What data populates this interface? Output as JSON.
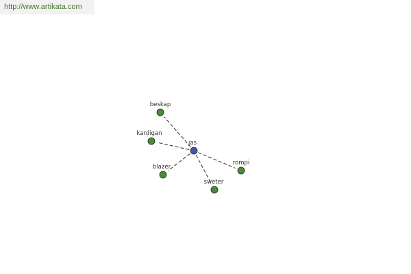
{
  "source": {
    "url_text": "http://www.artikata.com",
    "link_color": "#4a7a2a"
  },
  "graph": {
    "center": {
      "id": "jas",
      "label": "jas",
      "color": "#4a55a8"
    },
    "nodes": [
      {
        "id": "beskap",
        "label": "beskap",
        "color": "#4c8a3c"
      },
      {
        "id": "kardigan",
        "label": "kardigan",
        "color": "#4c8a3c"
      },
      {
        "id": "blazer",
        "label": "blazer",
        "color": "#4c8a3c"
      },
      {
        "id": "sweter",
        "label": "sweter",
        "color": "#4c8a3c"
      },
      {
        "id": "rompi",
        "label": "rompi",
        "color": "#4c8a3c"
      }
    ],
    "edges": [
      {
        "from": "jas",
        "to": "beskap"
      },
      {
        "from": "jas",
        "to": "kardigan"
      },
      {
        "from": "jas",
        "to": "blazer"
      },
      {
        "from": "jas",
        "to": "sweter"
      },
      {
        "from": "jas",
        "to": "rompi"
      }
    ]
  }
}
